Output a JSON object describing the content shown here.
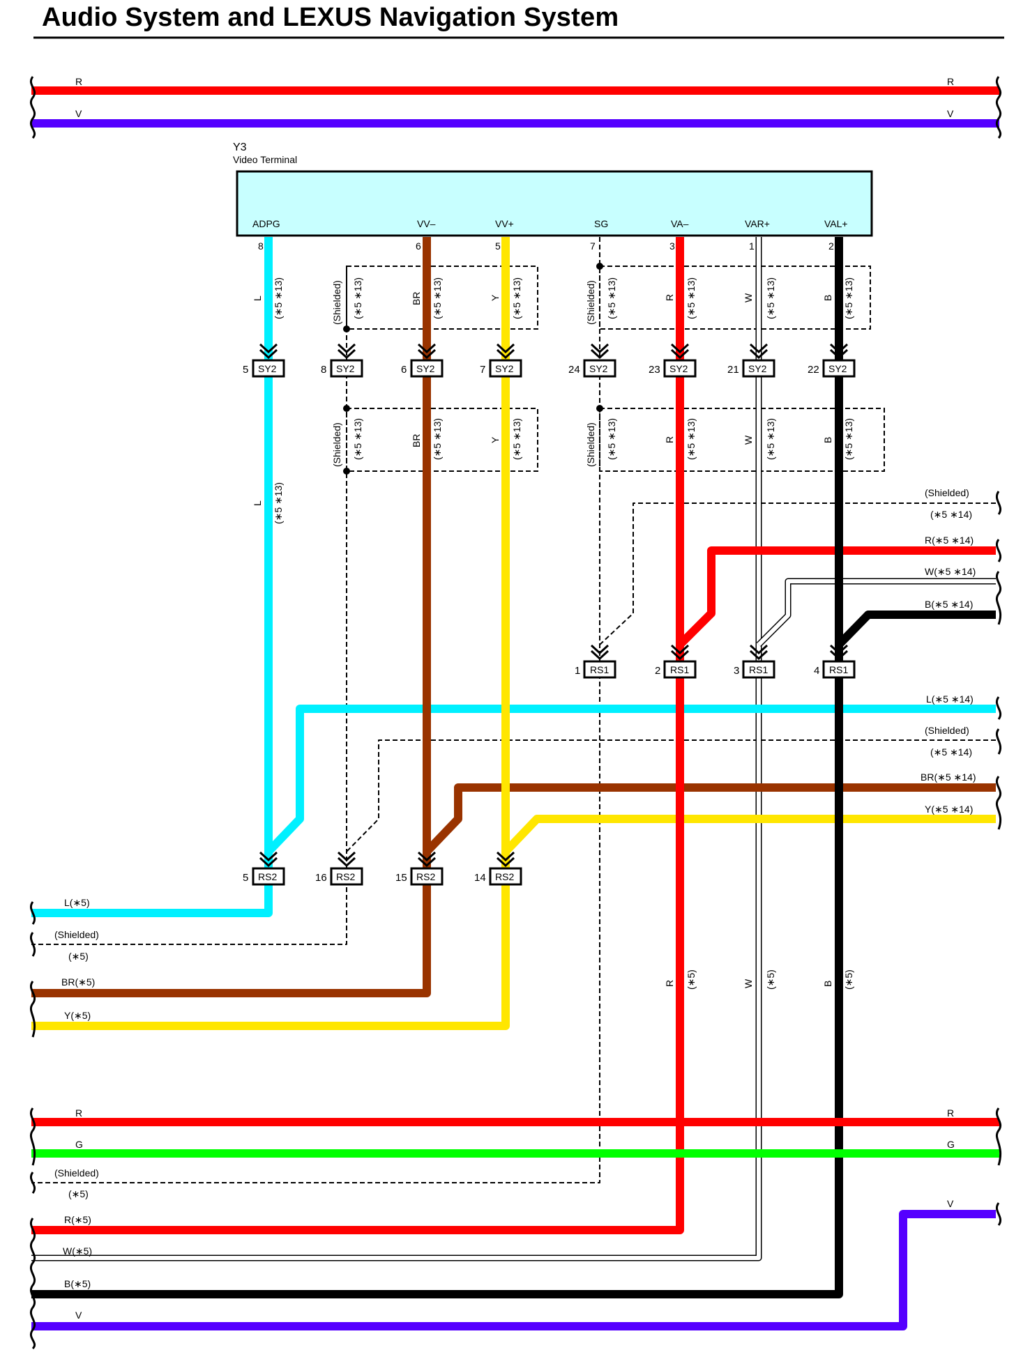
{
  "title": "Audio System and LEXUS Navigation System",
  "connector": {
    "id": "Y3",
    "name": "Video Terminal",
    "fill": "#c8ffff"
  },
  "colors": {
    "R": "#ff0000",
    "V": "#5500ff",
    "L": "#00f0ff",
    "Y": "#ffe600",
    "BR": "#993300",
    "G": "#00ff00",
    "B": "#000000",
    "W": "#ffffff"
  },
  "terminals": [
    {
      "name": "ADPG",
      "pin": "8"
    },
    {
      "name": "VV–",
      "pin": "6"
    },
    {
      "name": "VV+",
      "pin": "5"
    },
    {
      "name": "SG",
      "pin": "7"
    },
    {
      "name": "VA–",
      "pin": "3"
    },
    {
      "name": "VAR+",
      "pin": "1"
    },
    {
      "name": "VAL+",
      "pin": "2"
    }
  ],
  "sy2_connectors": [
    {
      "label": "SY2",
      "pin": "5"
    },
    {
      "label": "SY2",
      "pin": "8"
    },
    {
      "label": "SY2",
      "pin": "6"
    },
    {
      "label": "SY2",
      "pin": "7"
    },
    {
      "label": "SY2",
      "pin": "24"
    },
    {
      "label": "SY2",
      "pin": "23"
    },
    {
      "label": "SY2",
      "pin": "21"
    },
    {
      "label": "SY2",
      "pin": "22"
    }
  ],
  "rs1_connectors": [
    {
      "label": "RS1",
      "pin": "1"
    },
    {
      "label": "RS1",
      "pin": "2"
    },
    {
      "label": "RS1",
      "pin": "3"
    },
    {
      "label": "RS1",
      "pin": "4"
    }
  ],
  "rs2_connectors": [
    {
      "label": "RS2",
      "pin": "5"
    },
    {
      "label": "RS2",
      "pin": "16"
    },
    {
      "label": "RS2",
      "pin": "15"
    },
    {
      "label": "RS2",
      "pin": "14"
    }
  ],
  "wire_labels": {
    "top_r": "R",
    "top_v": "V",
    "seg1": [
      "L",
      "(∗5 ∗13)",
      "(Shielded)",
      "(∗5 ∗13)",
      "BR",
      "(∗5 ∗13)",
      "Y",
      "(∗5 ∗13)",
      "(Shielded)",
      "(∗5 ∗13)",
      "R",
      "(∗5 ∗13)",
      "W",
      "(∗5 ∗13)",
      "B",
      "(∗5 ∗13)"
    ],
    "seg2": [
      "(Shielded)",
      "(∗5 ∗13)",
      "BR",
      "(∗5 ∗13)",
      "Y",
      "(∗5 ∗13)",
      "(Shielded)",
      "(∗5 ∗13)",
      "R",
      "(∗5 ∗13)",
      "W",
      "(∗5 ∗13)",
      "B",
      "(∗5 ∗13)"
    ],
    "l_long": [
      "L",
      "(∗5 ∗13)"
    ],
    "right1": [
      "(Shielded)",
      "(∗5 ∗14)",
      "R(∗5 ∗14)",
      "W(∗5 ∗14)",
      "B(∗5 ∗14)"
    ],
    "right2": [
      "L(∗5 ∗14)",
      "(Shielded)",
      "(∗5 ∗14)",
      "BR(∗5 ∗14)",
      "Y(∗5 ∗14)"
    ],
    "left1": [
      "L(∗5)",
      "(Shielded)",
      "(∗5)",
      "BR(∗5)",
      "Y(∗5)"
    ],
    "lower_vert": [
      "R",
      "(∗5)",
      "W",
      "(∗5)",
      "B",
      "(∗5)"
    ],
    "bottom_r": "R",
    "bottom_g": "G",
    "bottom_v": "V",
    "left2": [
      "(Shielded)",
      "(∗5)",
      "R(∗5)",
      "W(∗5)",
      "B(∗5)",
      "V"
    ]
  }
}
